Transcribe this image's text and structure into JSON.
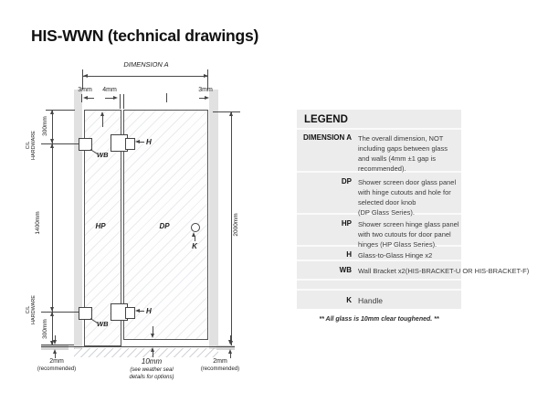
{
  "title": "HIS-WWN (technical drawings)",
  "drawing": {
    "dim_a": "DIMENSION A",
    "gap_top_left": "3mm",
    "gap_top_mid": "4mm",
    "gap_top_right": "3mm",
    "cl_hardware_1": "C/L",
    "cl_hardware_2": "HARDWARE",
    "dim_300": "300mm",
    "dim_1400": "1400mm",
    "dim_2000": "2000mm",
    "hp": "HP",
    "dp": "DP",
    "h": "H",
    "wb": "WB",
    "k": "K",
    "gap_bottom_side": "2mm",
    "recommended": "(recommended)",
    "gap_bottom_door": "10mm",
    "seal_note_1": "(see weather seal",
    "seal_note_2": "details for options)"
  },
  "legend": {
    "heading": "LEGEND",
    "rows": [
      {
        "key": "DIMENSION A",
        "desc": "The overall dimension, NOT\nincluding gaps between glass\nand walls (4mm ±1 gap is\nrecommended)."
      },
      {
        "key": "DP",
        "desc": "Shower screen door glass panel\nwith hinge cutouts and hole for\nselected door knob\n(DP Glass Series)."
      },
      {
        "key": "HP",
        "desc": "Shower screen hinge glass panel\nwith two cutouts for door panel\nhinges (HP Glass Series)."
      },
      {
        "key": "H",
        "desc": "Glass-to-Glass Hinge x2"
      },
      {
        "key": "WB",
        "desc": "Wall Bracket x2(HIS-BRACKET-U OR HIS-BRACKET-F)"
      },
      {
        "key": "K",
        "desc": "Handle"
      }
    ],
    "footnote": "** All glass is 10mm clear toughened. **"
  },
  "colors": {
    "legend_bg": "#ececec",
    "line": "#4a4a4a",
    "wall_fill": "#e1e1e1"
  }
}
